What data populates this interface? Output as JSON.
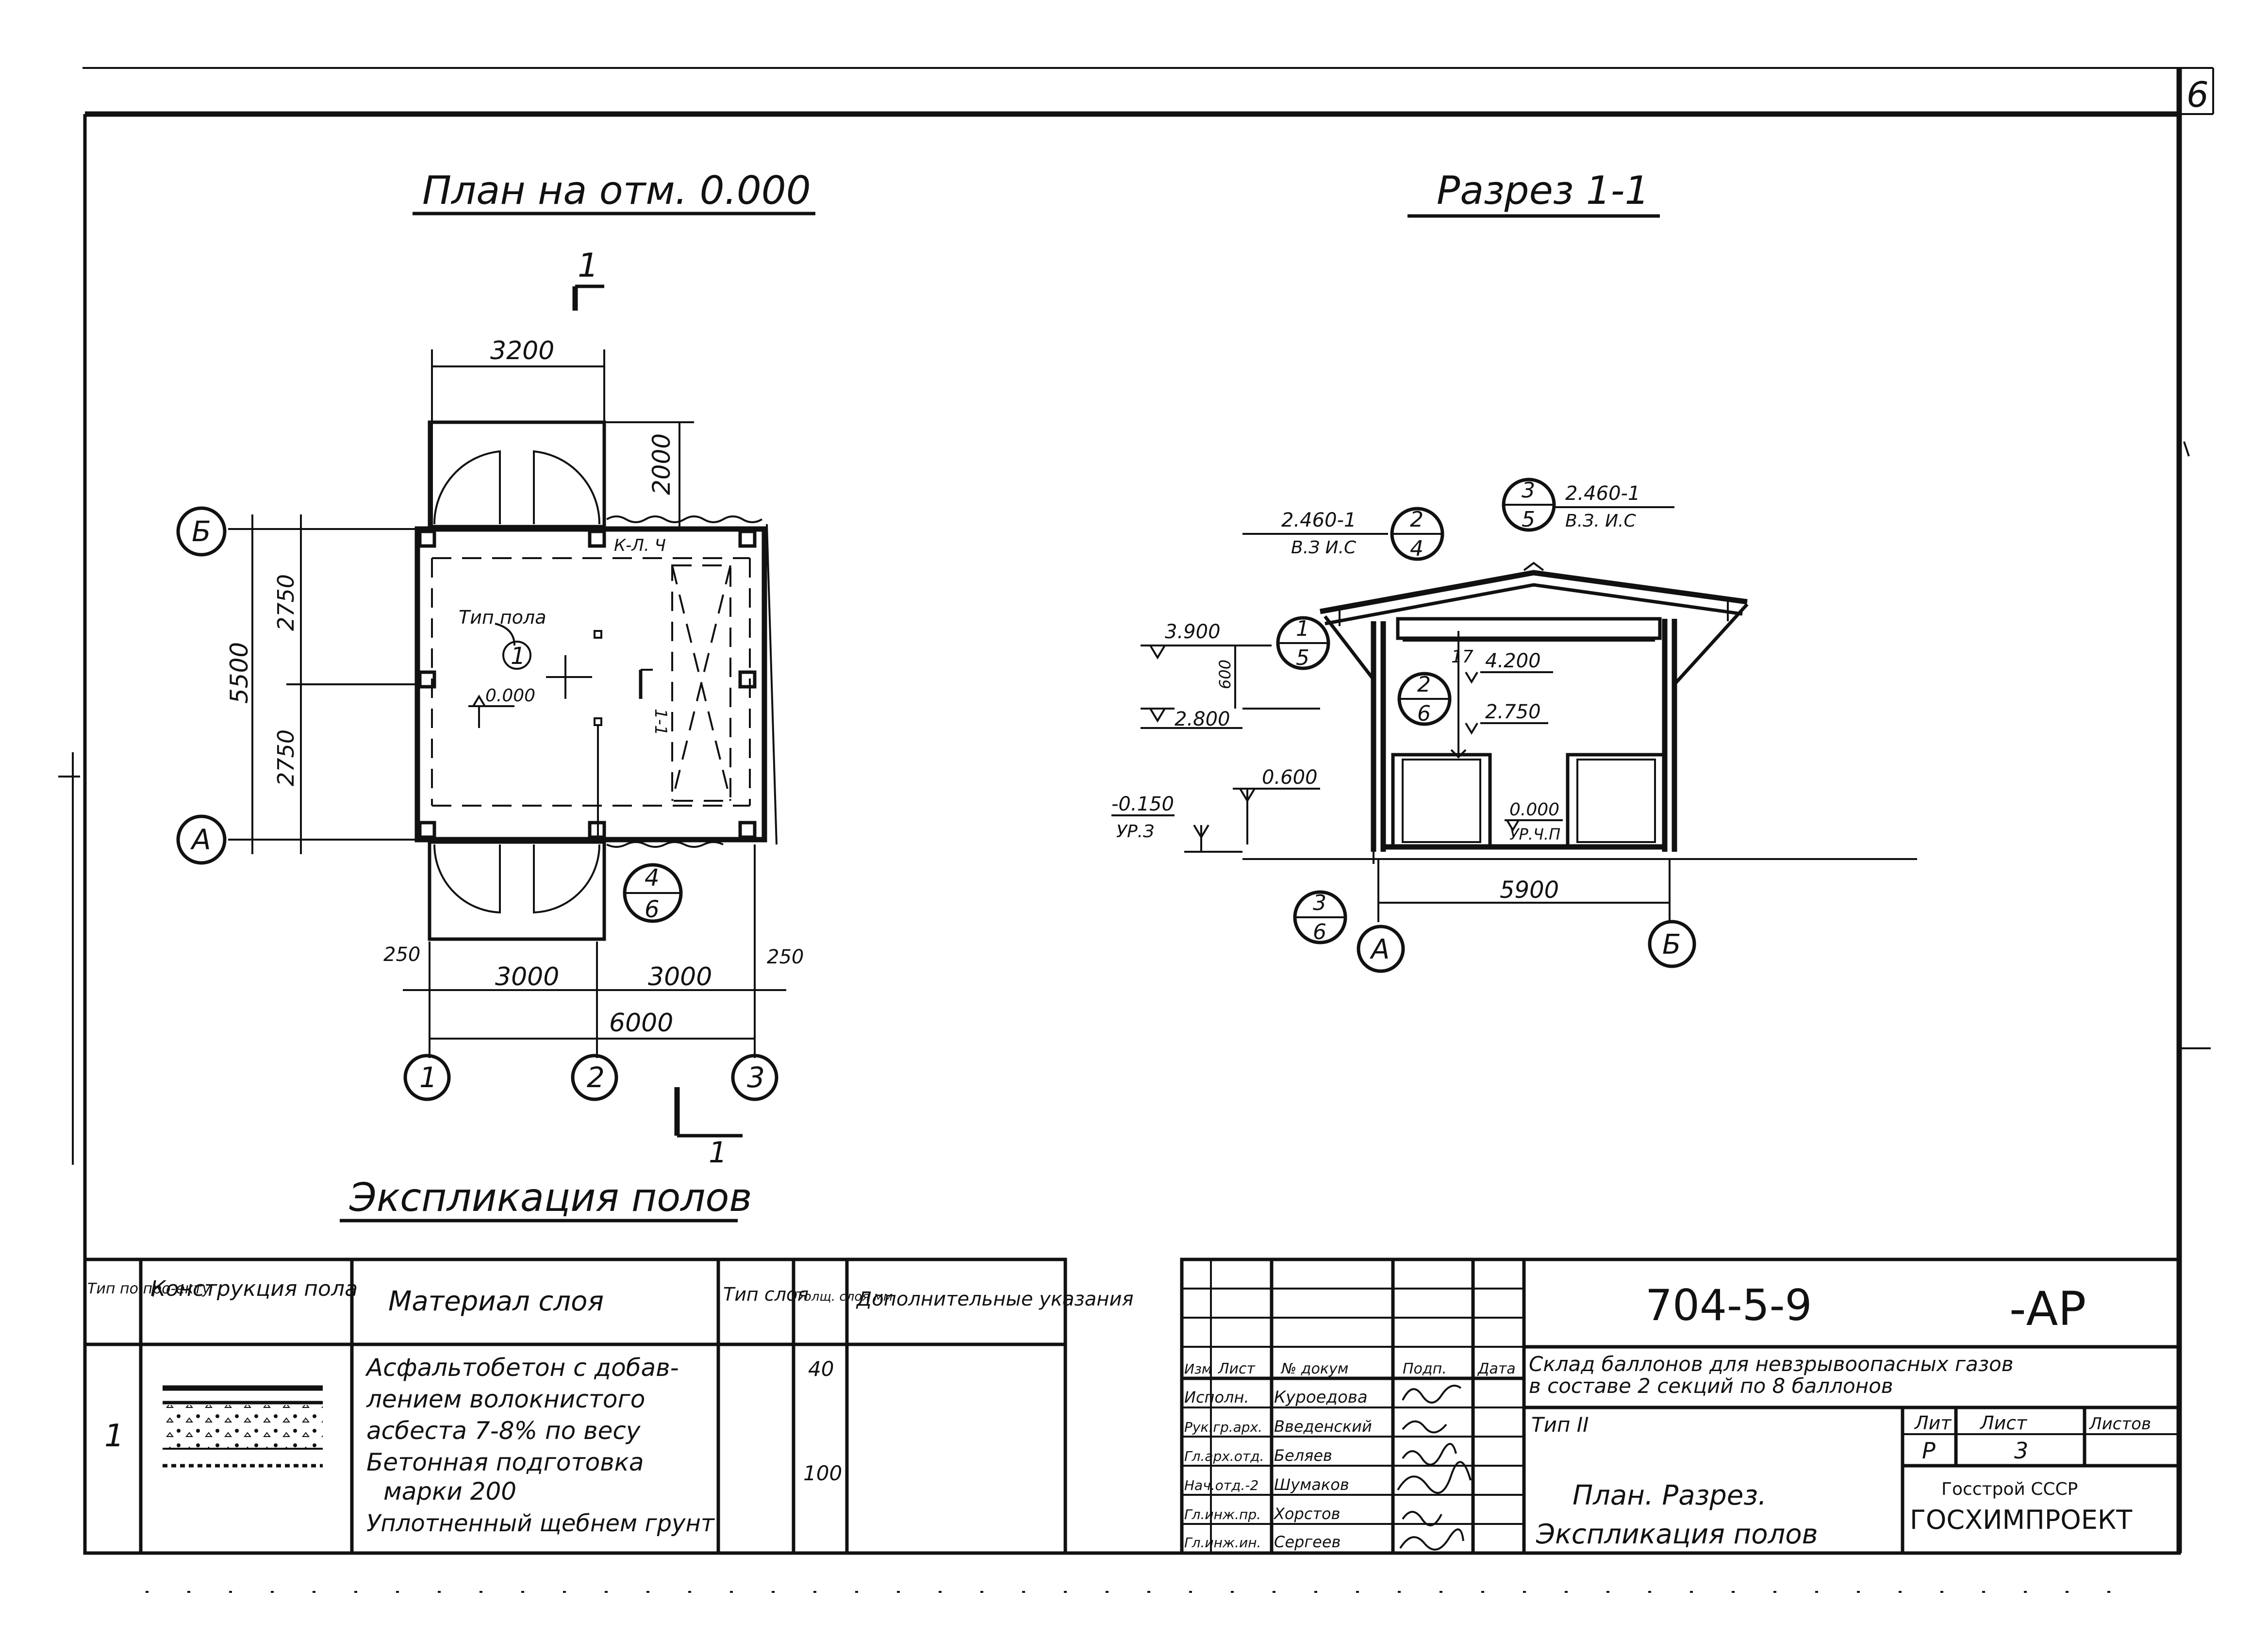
{
  "sheet_number_corner": "6",
  "plan": {
    "title": "План на отм. 0.000",
    "section_marks": [
      "1",
      "1"
    ],
    "dims": {
      "top_width": "3200",
      "door_depth": "2000",
      "total_height": "5500",
      "half_upper": "2750",
      "half_lower": "2750",
      "bay_left": "3000",
      "bay_right": "3000",
      "total_width": "6000",
      "offset_left": "250",
      "offset_right": "250"
    },
    "axes_rows": [
      "Б",
      "А"
    ],
    "axes_cols": [
      "1",
      "2",
      "3"
    ],
    "floor_type_label": "Тип пола",
    "floor_type_num": "1",
    "level": "0.000",
    "ka_label": "К-Л. Ч",
    "ref_node": {
      "top": "4",
      "bottom": "6"
    },
    "cut_label": "1-1"
  },
  "section": {
    "title": "Разрез 1-1",
    "ref_left_code": "2.460-1",
    "ref_left_sub": "В.З И.С",
    "ref_left_node": {
      "top": "2",
      "bottom": "4"
    },
    "ref_right_code": "2.460-1",
    "ref_right_sub": "В.З. И.С",
    "ref_right_node": {
      "top": "3",
      "bottom": "5"
    },
    "node_a": {
      "top": "1",
      "bottom": "5"
    },
    "node_b": {
      "top": "2",
      "bottom": "6"
    },
    "node_c": {
      "top": "3",
      "bottom": "6"
    },
    "levels": [
      "3.900",
      "2.800",
      "0.600",
      "-0.150",
      "4.200",
      "2.750",
      "0.000"
    ],
    "level_notes": [
      "УР.З",
      "УР.Ч.П"
    ],
    "small_dim": "600",
    "inner_dim": "17",
    "span": "5900",
    "axes": [
      "А",
      "Б"
    ]
  },
  "explication": {
    "title": "Экспликация полов",
    "headers": [
      "Тип по про-екту",
      "Конструкция пола",
      "Материал слоя",
      "Тип слоя",
      "Толщ. слоя мм",
      "Дополнительные указания"
    ],
    "row": {
      "type": "1",
      "materials": [
        "Асфальтобетон с добав-",
        "лением волокнистого",
        "асбеста 7-8% по весу",
        "Бетонная подготовка",
        "марки 200",
        "Уплотненный щебнем грунт"
      ],
      "thickness": [
        "40",
        "100"
      ]
    }
  },
  "title_block": {
    "code": "704-5-9",
    "suffix": "-АР",
    "description_1": "Склад баллонов для невзрывоопасных газов",
    "description_2": "в составе 2 секций по 8 баллонов",
    "type": "Тип II",
    "col_headers": [
      "Изм",
      "Лист",
      "№ докум",
      "Подп.",
      "Дата"
    ],
    "staff": [
      {
        "role": "Исполн.",
        "name": "Куроедова"
      },
      {
        "role": "Рук.гр.арх.",
        "name": "Введенский"
      },
      {
        "role": "Гл.арх.отд.",
        "name": "Беляев"
      },
      {
        "role": "Нач.отд.-2",
        "name": "Шумаков"
      },
      {
        "role": "Гл.инж.пр.",
        "name": "Хорстов"
      },
      {
        "role": "Гл.инж.ин.",
        "name": "Сергеев"
      }
    ],
    "lit_label": "Лит",
    "list_label": "Лист",
    "lists_label": "Листов",
    "lit_value": "Р",
    "list_value": "3",
    "drawing_name_1": "План. Разрез.",
    "drawing_name_2": "Экспликация полов",
    "org_1": "Госстрой СССР",
    "org_2": "ГОСХИМПРОЕКТ"
  }
}
